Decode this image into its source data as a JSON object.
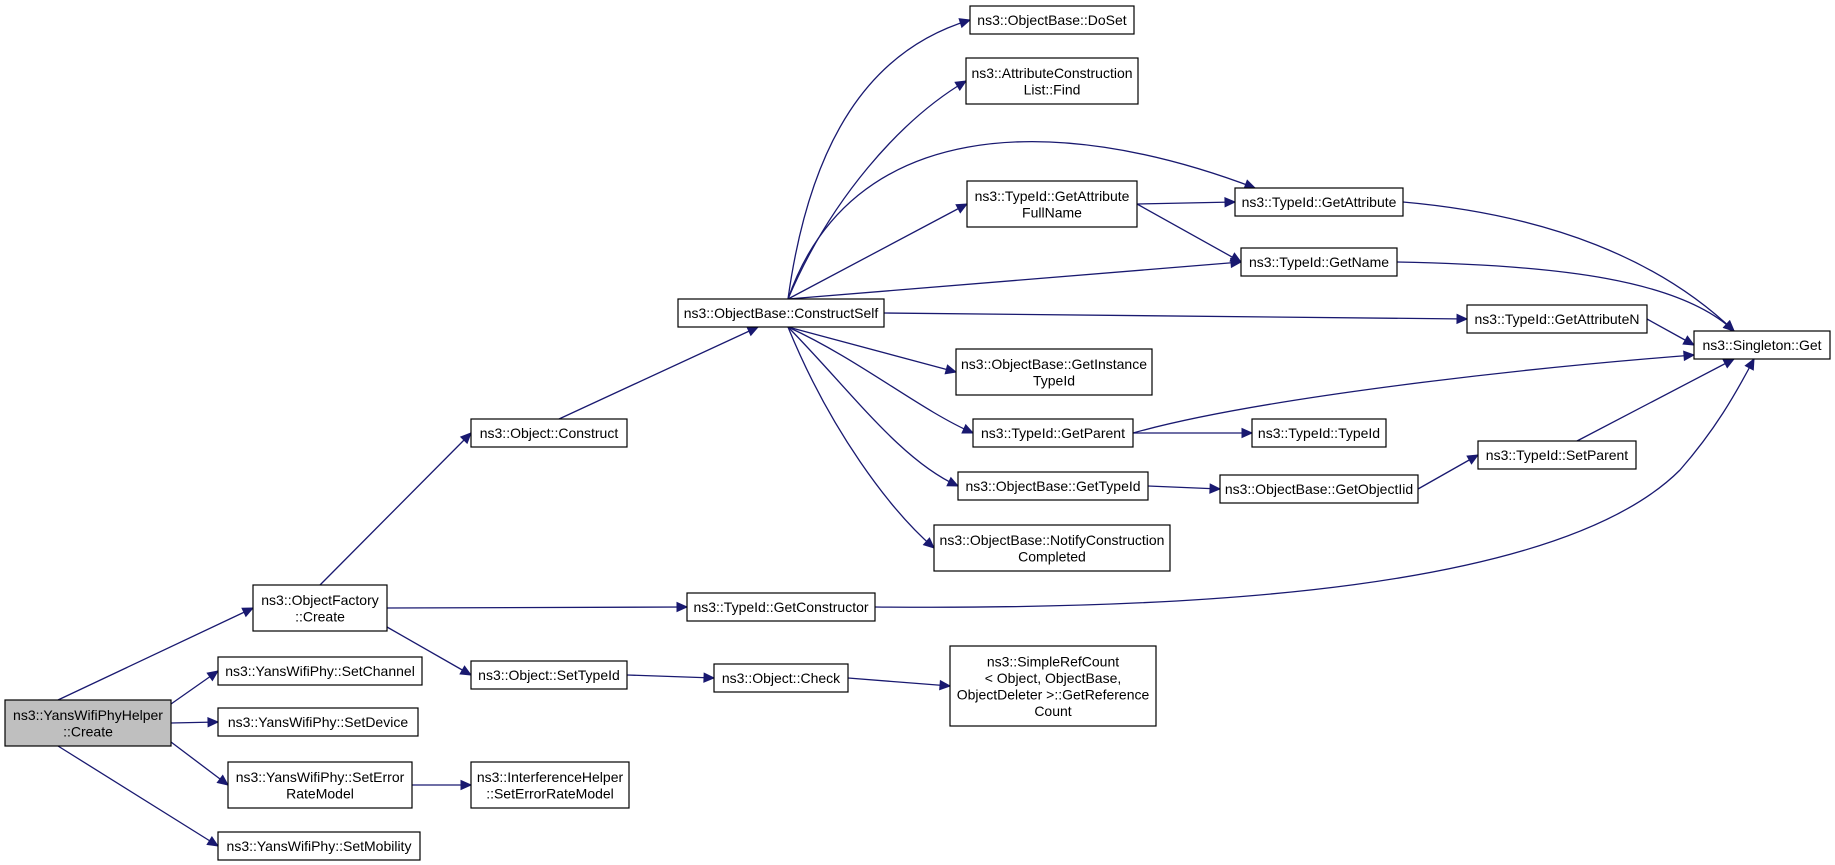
{
  "diagram": {
    "type": "call-graph",
    "colors": {
      "edge": "#191970",
      "root_fill": "#bfbfbf",
      "node_fill": "#ffffff",
      "border": "#000000"
    },
    "nodes": [
      {
        "id": "root",
        "lines": [
          "ns3::YansWifiPhyHelper",
          "::Create"
        ],
        "root": true
      },
      {
        "id": "factory_create",
        "lines": [
          "ns3::ObjectFactory",
          "::Create"
        ]
      },
      {
        "id": "set_channel",
        "lines": [
          "ns3::YansWifiPhy::SetChannel"
        ]
      },
      {
        "id": "set_device",
        "lines": [
          "ns3::YansWifiPhy::SetDevice"
        ]
      },
      {
        "id": "set_error_rate",
        "lines": [
          "ns3::YansWifiPhy::SetError",
          "RateModel"
        ]
      },
      {
        "id": "set_mobility",
        "lines": [
          "ns3::YansWifiPhy::SetMobility"
        ]
      },
      {
        "id": "object_construct",
        "lines": [
          "ns3::Object::Construct"
        ]
      },
      {
        "id": "object_settypeid",
        "lines": [
          "ns3::Object::SetTypeId"
        ]
      },
      {
        "id": "interference_set",
        "lines": [
          "ns3::InterferenceHelper",
          "::SetErrorRateModel"
        ]
      },
      {
        "id": "construct_self",
        "lines": [
          "ns3::ObjectBase::ConstructSelf"
        ]
      },
      {
        "id": "get_constructor",
        "lines": [
          "ns3::TypeId::GetConstructor"
        ]
      },
      {
        "id": "object_check",
        "lines": [
          "ns3::Object::Check"
        ]
      },
      {
        "id": "do_set",
        "lines": [
          "ns3::ObjectBase::DoSet"
        ]
      },
      {
        "id": "acl_find",
        "lines": [
          "ns3::AttributeConstruction",
          "List::Find"
        ]
      },
      {
        "id": "get_attr_fullname",
        "lines": [
          "ns3::TypeId::GetAttribute",
          "FullName"
        ]
      },
      {
        "id": "get_instance_typeid",
        "lines": [
          "ns3::ObjectBase::GetInstance",
          "TypeId"
        ]
      },
      {
        "id": "get_parent",
        "lines": [
          "ns3::TypeId::GetParent"
        ]
      },
      {
        "id": "ob_get_typeid",
        "lines": [
          "ns3::ObjectBase::GetTypeId"
        ]
      },
      {
        "id": "notify_construction",
        "lines": [
          "ns3::ObjectBase::NotifyConstruction",
          "Completed"
        ]
      },
      {
        "id": "simple_refcount",
        "lines": [
          "ns3::SimpleRefCount",
          "< Object, ObjectBase,",
          " ObjectDeleter >::GetReference",
          "Count"
        ]
      },
      {
        "id": "get_attribute",
        "lines": [
          "ns3::TypeId::GetAttribute"
        ]
      },
      {
        "id": "get_name",
        "lines": [
          "ns3::TypeId::GetName"
        ]
      },
      {
        "id": "get_attribute_n",
        "lines": [
          "ns3::TypeId::GetAttributeN"
        ]
      },
      {
        "id": "typeid_typeid",
        "lines": [
          "ns3::TypeId::TypeId"
        ]
      },
      {
        "id": "get_objectiid",
        "lines": [
          "ns3::ObjectBase::GetObjectIid"
        ]
      },
      {
        "id": "set_parent",
        "lines": [
          "ns3::TypeId::SetParent"
        ]
      },
      {
        "id": "singleton_get",
        "lines": [
          "ns3::Singleton::Get"
        ]
      }
    ],
    "edges": [
      [
        "root",
        "factory_create"
      ],
      [
        "root",
        "set_channel"
      ],
      [
        "root",
        "set_device"
      ],
      [
        "root",
        "set_error_rate"
      ],
      [
        "root",
        "set_mobility"
      ],
      [
        "factory_create",
        "object_construct"
      ],
      [
        "factory_create",
        "get_constructor"
      ],
      [
        "factory_create",
        "object_settypeid"
      ],
      [
        "set_error_rate",
        "interference_set"
      ],
      [
        "object_construct",
        "construct_self"
      ],
      [
        "object_settypeid",
        "object_check"
      ],
      [
        "object_check",
        "simple_refcount"
      ],
      [
        "get_constructor",
        "singleton_get"
      ],
      [
        "construct_self",
        "do_set"
      ],
      [
        "construct_self",
        "acl_find"
      ],
      [
        "construct_self",
        "get_attribute"
      ],
      [
        "construct_self",
        "get_attr_fullname"
      ],
      [
        "construct_self",
        "get_name"
      ],
      [
        "construct_self",
        "get_attribute_n"
      ],
      [
        "construct_self",
        "get_instance_typeid"
      ],
      [
        "construct_self",
        "get_parent"
      ],
      [
        "construct_self",
        "ob_get_typeid"
      ],
      [
        "construct_self",
        "notify_construction"
      ],
      [
        "get_attr_fullname",
        "get_attribute"
      ],
      [
        "get_attr_fullname",
        "get_name"
      ],
      [
        "get_attribute",
        "singleton_get"
      ],
      [
        "get_name",
        "singleton_get"
      ],
      [
        "get_attribute_n",
        "singleton_get"
      ],
      [
        "get_parent",
        "singleton_get"
      ],
      [
        "get_parent",
        "typeid_typeid"
      ],
      [
        "ob_get_typeid",
        "get_objectiid"
      ],
      [
        "get_objectiid",
        "set_parent"
      ],
      [
        "set_parent",
        "singleton_get"
      ]
    ]
  }
}
